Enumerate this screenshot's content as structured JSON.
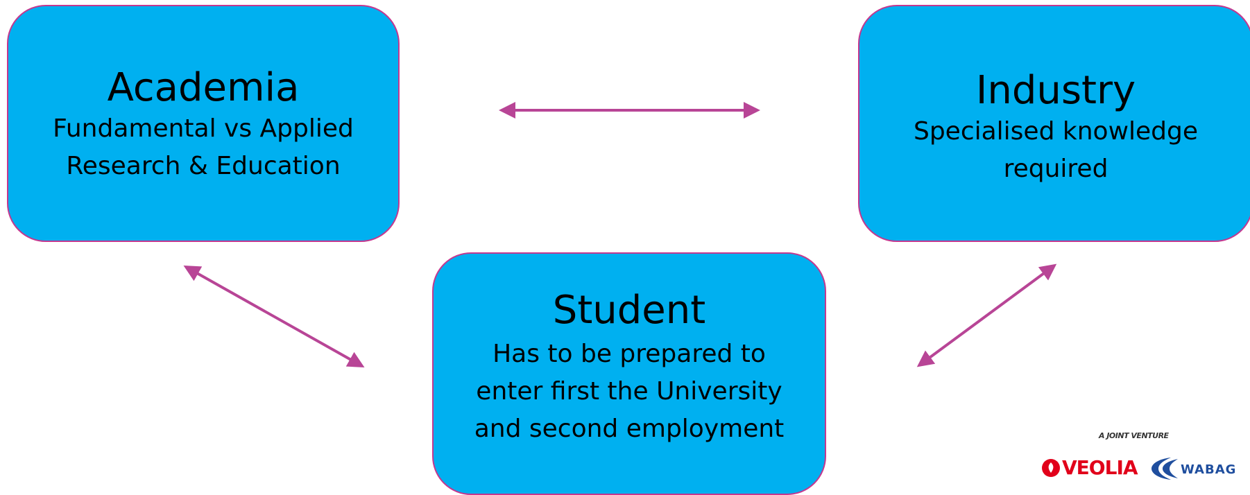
{
  "boxes": {
    "academia": {
      "title": "Academia",
      "lines": [
        "Fundamental vs Applied",
        "Research & Education"
      ]
    },
    "industry": {
      "title": "Industry",
      "lines": [
        "Specialised knowledge",
        "required"
      ]
    },
    "student": {
      "title": "Student",
      "lines": [
        "Has to be prepared to",
        "enter first the University",
        "and second employment"
      ]
    }
  },
  "logo": {
    "caption": "A JOINT VENTURE",
    "veolia": "VEOLIA",
    "wabag": "WABAG"
  },
  "colors": {
    "box_fill": "#00b0f0",
    "box_border": "#c4388f",
    "arrow": "#b84596",
    "veolia_red": "#e1001a",
    "wabag_blue": "#1f4e9e"
  }
}
